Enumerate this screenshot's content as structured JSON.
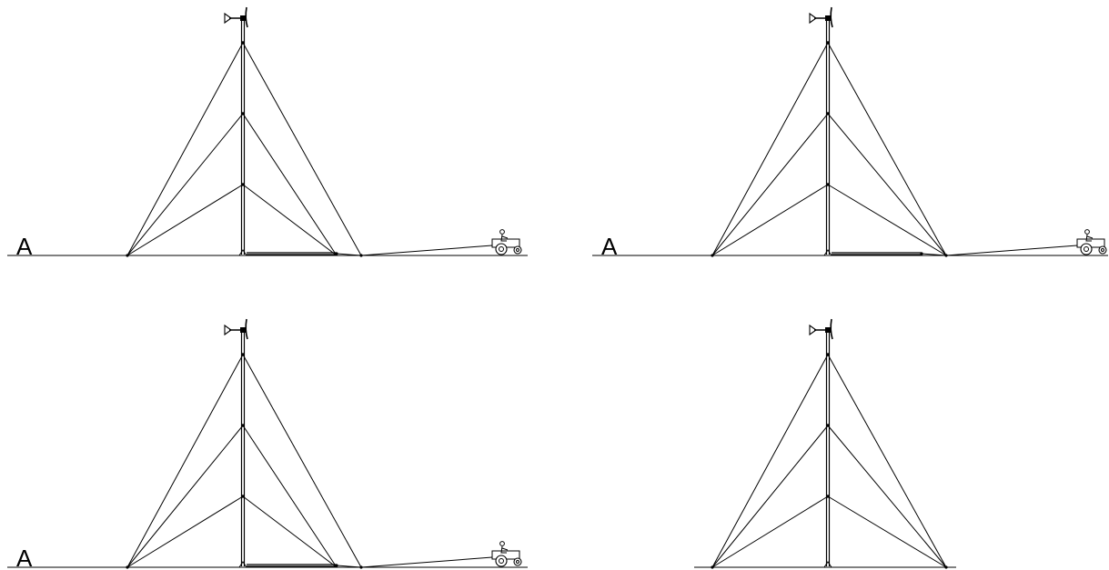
{
  "diagram": {
    "stroke_color": "#000000",
    "background_color": "#ffffff",
    "panels": [
      {
        "label": "A",
        "gin_pole": "down",
        "tractor": true
      },
      {
        "label": "A",
        "gin_pole": "raising",
        "tractor": true
      },
      {
        "label": "A",
        "gin_pole": "down",
        "tractor": true
      },
      {
        "label": "",
        "gin_pole": "none",
        "tractor": false
      }
    ]
  }
}
